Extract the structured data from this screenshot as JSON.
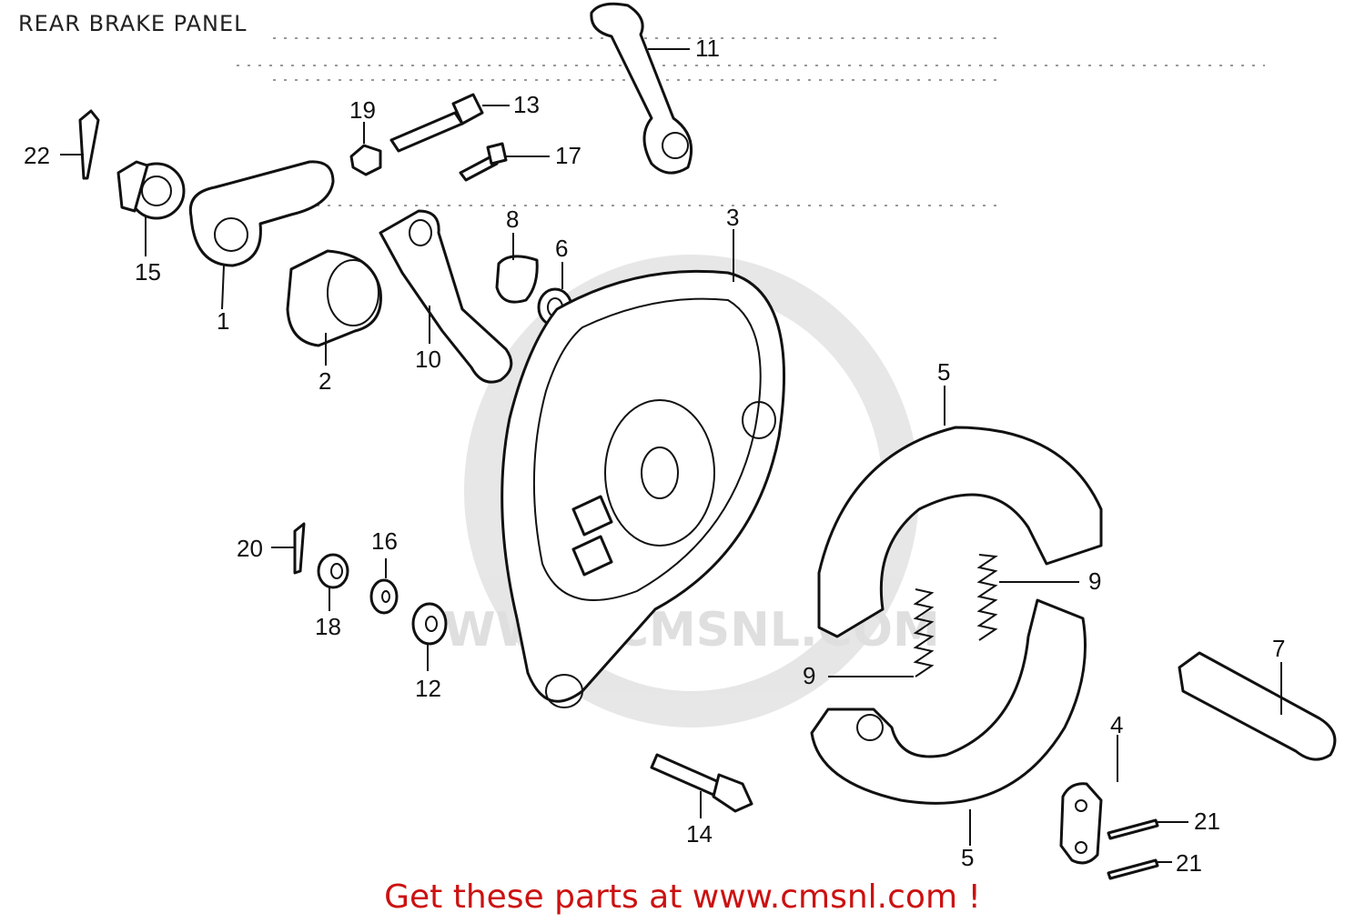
{
  "title": "REAR BRAKE PANEL",
  "footer_link": "Get these parts at www.cmsnl.com !",
  "watermark": {
    "text": "WWW.CMSNL.COM",
    "color": "#d6d6d6"
  },
  "accent_color": "#cc1111",
  "callouts": [
    "1",
    "2",
    "3",
    "4",
    "5",
    "6",
    "7",
    "8",
    "9",
    "10",
    "11",
    "12",
    "13",
    "14",
    "15",
    "16",
    "17",
    "18",
    "19",
    "20",
    "21",
    "22"
  ]
}
